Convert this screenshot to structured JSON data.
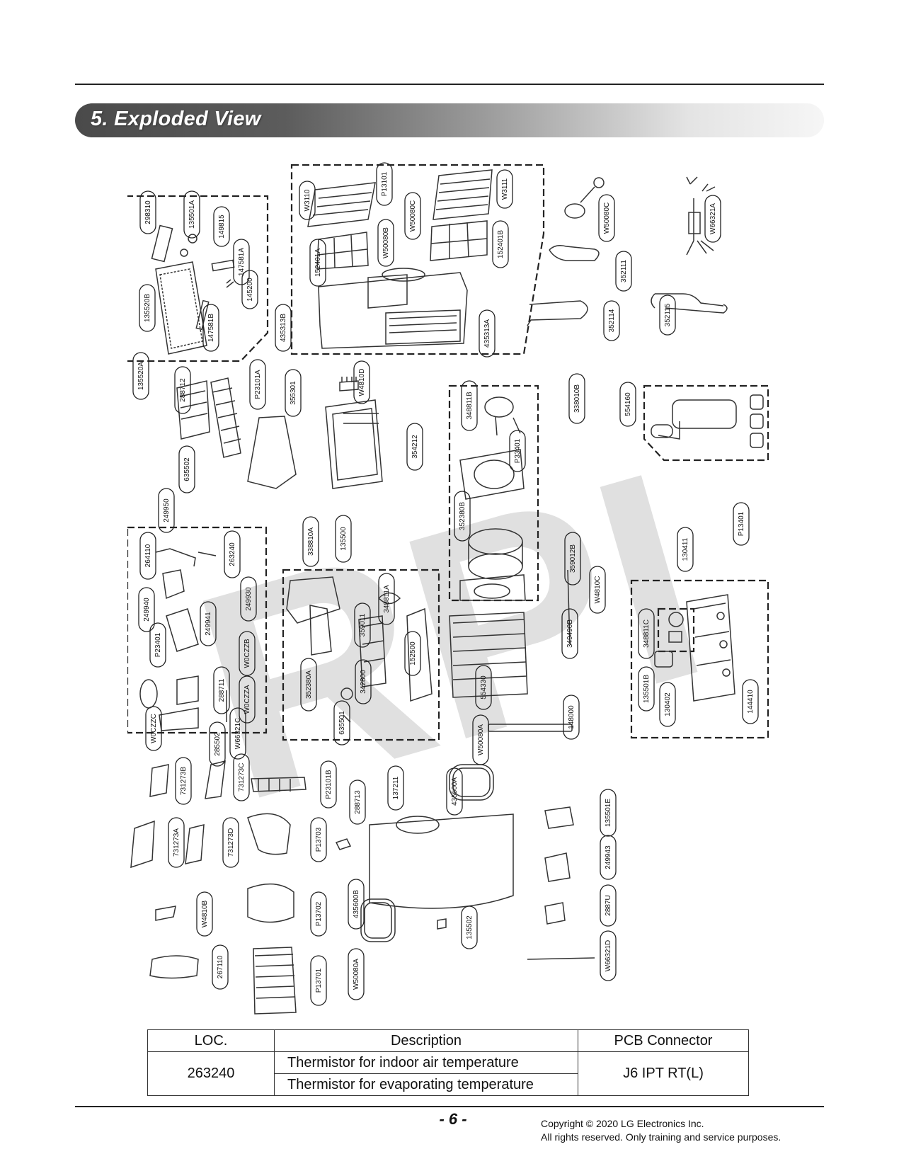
{
  "section_title": "5. Exploded View",
  "watermark": "RPI",
  "part_labels": {
    "a298310": "298310",
    "a135501A": "135501A",
    "a149815": "149815",
    "a147581A": "147581A",
    "a145200": "145200",
    "a135520B": "135520B",
    "a147581B": "147581B",
    "a135520A": "135520A",
    "aW3110": "W3110",
    "aP13101": "P13101",
    "aW3111": "W3111",
    "aW50080B": "W50080B",
    "aW50080C_top": "W50080C",
    "a152401A": "152401A",
    "a152401B": "152401B",
    "a435313B": "435313B",
    "a435313A": "435313A",
    "aW50080C_right": "W50080C",
    "aW66321A": "W66321A",
    "a352111": "352111",
    "a352114": "352114",
    "a352115": "352115",
    "a288712": "288712",
    "aP23101A": "P23101A",
    "a355301": "355301",
    "aW4810D": "W4810D",
    "a635502": "635502",
    "a354212": "354212",
    "a348811B": "348811B",
    "a338010B": "338010B",
    "aP33401": "P33401",
    "a554160": "554160",
    "a352380B": "352380B",
    "a249950": "249950",
    "a264110": "264110",
    "a263240": "263240",
    "a338810A": "338810A",
    "a135500": "135500",
    "aP13401": "P13401",
    "a130411": "130411",
    "a359012B": "359012B",
    "a249940": "249940",
    "a249930": "249930",
    "a348811A": "348811A",
    "a359011": "359011",
    "a152500": "152500",
    "a349490B": "349490B",
    "aW4810C": "W4810C",
    "aP23401": "P23401",
    "a249941": "249941",
    "aW0CZZB": "W0CZZB",
    "a348811C": "348811C",
    "a342800": "342800",
    "a352380A": "352380A",
    "a288711": "288711",
    "aW0CZZA": "W0CZZA",
    "a135501B": "135501B",
    "a554330": "554330",
    "a130402": "130402",
    "a144410": "144410",
    "a635501": "635501",
    "aW66321C": "W66321C",
    "a285502": "285502",
    "aW0CZZC": "W0CZZC",
    "aW50080A_mid": "W50080A",
    "a148000": "148000",
    "a731273B": "731273B",
    "a731273C": "731273C",
    "aP23101B": "P23101B",
    "a288713": "288713",
    "a137211": "137211",
    "a435600A": "435600A",
    "a731273A": "731273A",
    "a731273D": "731273D",
    "aP13703": "P13703",
    "a135501E": "135501E",
    "a249943": "249943",
    "aW4810B": "W4810B",
    "aP13702": "P13702",
    "a435600B": "435600B",
    "a135502": "135502",
    "a2887U": "2887U",
    "aW50080A_bot": "W50080A",
    "a267110": "267110",
    "aP13701": "P13701",
    "aW66321D": "W66321D"
  },
  "table": {
    "headers": {
      "loc": "LOC.",
      "description": "Description",
      "pcb": "PCB Connector"
    },
    "rows": [
      {
        "loc": "263240",
        "descriptions": [
          "Thermistor for indoor air temperature",
          "Thermistor for evaporating temperature"
        ],
        "pcb": "J6 IPT RT(L)"
      }
    ]
  },
  "footer": {
    "page_number": "- 6 -",
    "copyright_line1": "Copyright © 2020 LG Electronics Inc.",
    "copyright_line2": "All rights reserved. Only training and service purposes."
  }
}
